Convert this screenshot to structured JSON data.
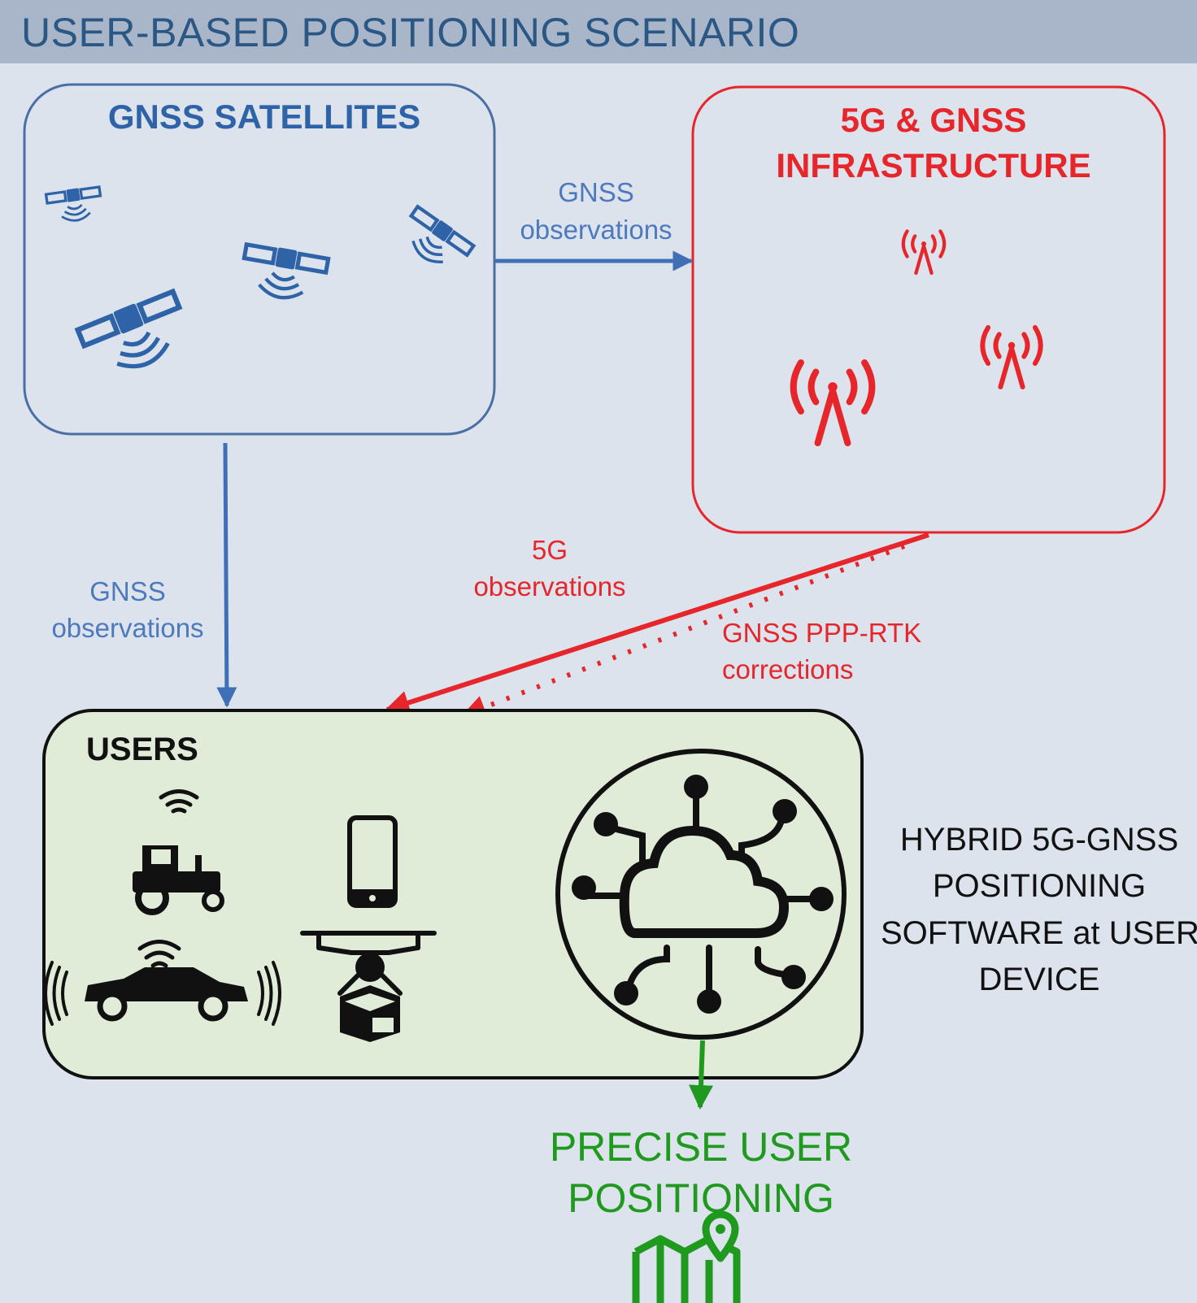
{
  "header": {
    "title": "USER-BASED POSITIONING SCENARIO"
  },
  "colors": {
    "background": "#dce3ec",
    "header_bg": "#a9b6c9",
    "header_text": "#2a5783",
    "gnss_blue": "#3f6fb7",
    "box_blue": "#4a6fa5",
    "red": "#e6262b",
    "green": "#1f9a1f",
    "users_fill": "#e1ecd8",
    "black": "#111111"
  },
  "gnss_box": {
    "title": "GNSS SATELLITES",
    "satellites": [
      "satellite-icon",
      "satellite-icon",
      "satellite-icon",
      "satellite-icon"
    ]
  },
  "infra_box": {
    "title_line1": "5G & GNSS",
    "title_line2": "INFRASTRUCTURE",
    "towers": [
      "antenna-tower-icon",
      "antenna-tower-icon",
      "antenna-tower-icon"
    ]
  },
  "arrows": {
    "gnss_to_infra": {
      "line1": "GNSS",
      "line2": "observations"
    },
    "gnss_to_users": {
      "line1": "GNSS",
      "line2": "observations"
    },
    "fiveg_to_users": {
      "line1": "5G",
      "line2": "observations"
    },
    "ppp_rtk": {
      "line1": "GNSS PPP-RTK",
      "line2": "corrections"
    }
  },
  "users_box": {
    "title": "USERS",
    "icons": [
      "tractor-icon",
      "car-icon",
      "smartphone-icon",
      "drone-delivery-icon",
      "cloud-network-icon"
    ]
  },
  "hybrid_software": {
    "line1": "HYBRID 5G-GNSS",
    "line2": "POSITIONING",
    "line3": "SOFTWARE at USER",
    "line4": "DEVICE"
  },
  "output": {
    "line1": "PRECISE USER",
    "line2": "POSITIONING",
    "icon": "map-pin-icon"
  }
}
